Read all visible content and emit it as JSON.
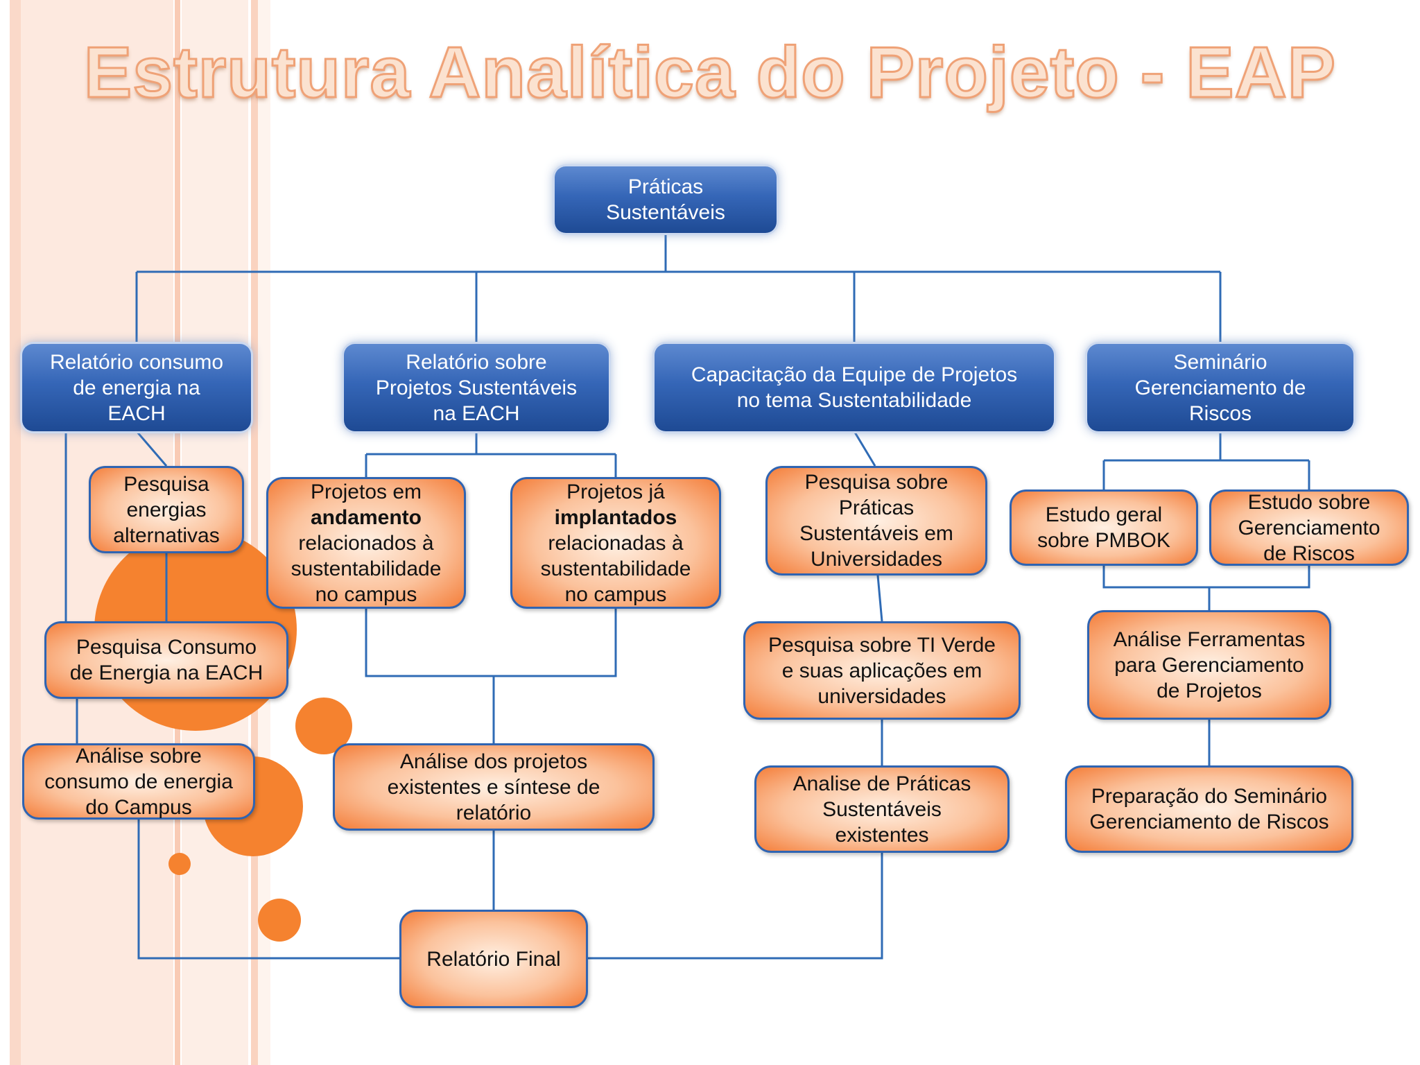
{
  "title": "Estrutura Analítica do Projeto - EAP",
  "colors": {
    "blue_box": "#2c5ca8",
    "orange_box": "#f58a4a",
    "connector": "#2f6bb5",
    "title_fill": "#fbe2d0",
    "title_outline": "#efa277",
    "decor_circle": "#f5822f"
  },
  "root": {
    "lines": [
      "Práticas",
      "Sustentáveis"
    ]
  },
  "level1": [
    {
      "lines": [
        "Relatório consumo",
        "de energia na",
        "EACH"
      ]
    },
    {
      "lines": [
        "Relatório sobre",
        "Projetos Sustentáveis",
        "na EACH"
      ]
    },
    {
      "lines": [
        "Capacitação da Equipe de Projetos",
        "no tema Sustentabilidade"
      ]
    },
    {
      "lines": [
        "Seminário",
        "Gerenciamento de",
        "Riscos"
      ]
    }
  ],
  "tasks": {
    "pesquisa_energias": {
      "lines": [
        "Pesquisa",
        "energias",
        "alternativas"
      ]
    },
    "pesquisa_consumo": {
      "lines": [
        "Pesquisa Consumo",
        "de Energia na EACH"
      ]
    },
    "analise_consumo": {
      "lines": [
        "Análise sobre",
        "consumo de energia",
        "do Campus"
      ]
    },
    "projetos_andamento": {
      "pre": "Projetos em",
      "bold": "andamento",
      "post": [
        "relacionados à",
        "sustentabilidade",
        "no campus"
      ]
    },
    "projetos_implantados": {
      "pre": "Projetos já",
      "bold": "implantados",
      "post": [
        "relacionadas à",
        "sustentabilidade",
        "no campus"
      ]
    },
    "analise_projetos": {
      "lines": [
        "Análise dos projetos",
        "existentes e síntese de",
        "relatório"
      ]
    },
    "relatorio_final": {
      "lines": [
        "Relatório Final"
      ]
    },
    "pesquisa_praticas": {
      "lines": [
        "Pesquisa sobre",
        "Práticas",
        "Sustentáveis em",
        "Universidades"
      ]
    },
    "pesquisa_ti": {
      "lines": [
        "Pesquisa sobre TI Verde",
        "e suas aplicações em",
        "universidades"
      ]
    },
    "analise_praticas": {
      "lines": [
        "Analise de Práticas",
        "Sustentáveis",
        "existentes"
      ]
    },
    "estudo_pmbok": {
      "lines": [
        "Estudo geral",
        "sobre PMBOK"
      ]
    },
    "estudo_riscos": {
      "lines": [
        "Estudo sobre",
        "Gerenciamento",
        "de Riscos"
      ]
    },
    "analise_ferramentas": {
      "lines": [
        "Análise Ferramentas",
        "para Gerenciamento",
        "de Projetos"
      ]
    },
    "preparacao_seminario": {
      "lines": [
        "Preparação do Seminário",
        "Gerenciamento de Riscos"
      ]
    }
  }
}
